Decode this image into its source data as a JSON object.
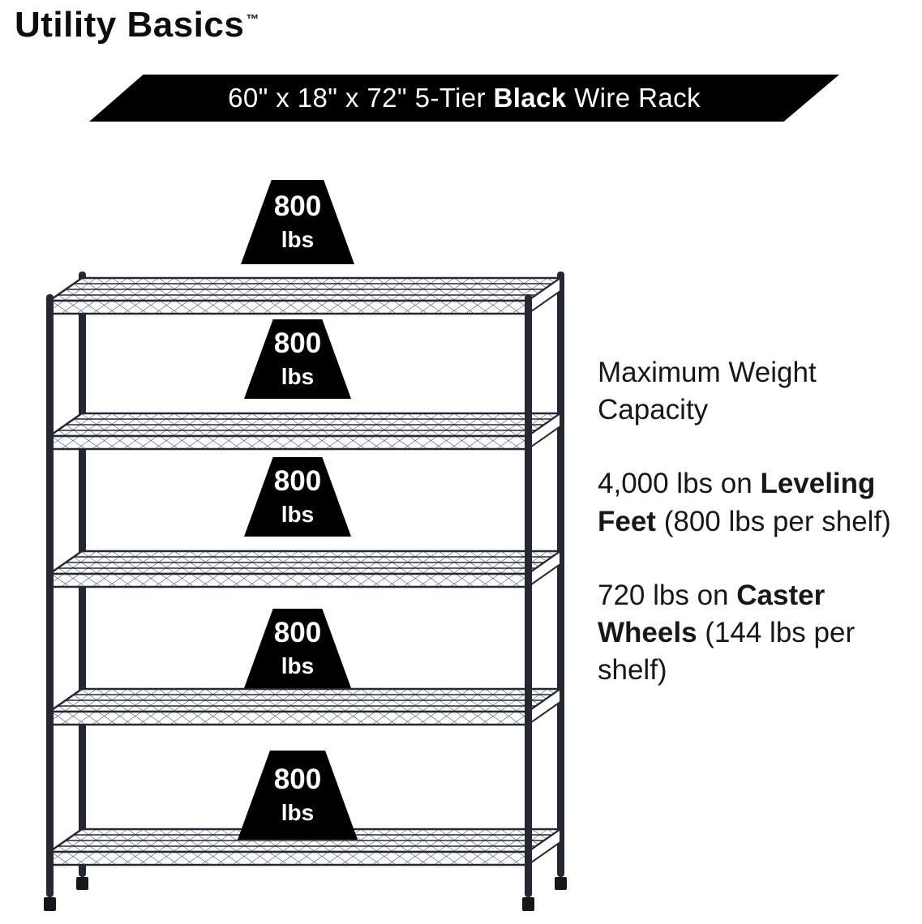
{
  "logo": {
    "brand": "Utility Basics",
    "trademark": "™"
  },
  "banner": {
    "prefix": "60\" x 18\" x 72\" 5-Tier ",
    "bold": "Black",
    "suffix": " Wire Rack"
  },
  "weights": [
    {
      "value": "800",
      "unit": "lbs"
    },
    {
      "value": "800",
      "unit": "lbs"
    },
    {
      "value": "800",
      "unit": "lbs"
    },
    {
      "value": "800",
      "unit": "lbs"
    },
    {
      "value": "800",
      "unit": "lbs"
    }
  ],
  "info": {
    "heading": "Maximum Weight Capacity",
    "leveling": {
      "pre": "4,000 lbs on ",
      "bold": "Leveling Feet",
      "post": " (800 lbs per shelf)"
    },
    "caster": {
      "pre": "720 lbs on ",
      "bold": "Caster Wheels",
      "post": " (144 lbs per shelf)"
    }
  },
  "colors": {
    "rack": "#252833",
    "badge": "#000000"
  }
}
